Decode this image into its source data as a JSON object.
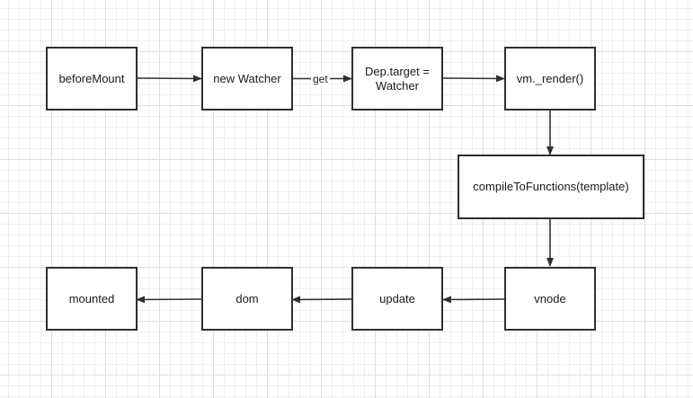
{
  "diagram": {
    "nodes": {
      "before_mount": "beforeMount",
      "new_watcher": "new Watcher",
      "dep_target": "Dep.target =\nWatcher",
      "vm_render": "vm._render()",
      "compile": "compileToFunctions(template)",
      "vnode": "vnode",
      "update": "update",
      "dom": "dom",
      "mounted": "mounted"
    },
    "edge_labels": {
      "get": "get"
    },
    "colors": {
      "stroke": "#2f2f2f",
      "node_fill": "#ffffff",
      "grid": "#dedede"
    }
  }
}
